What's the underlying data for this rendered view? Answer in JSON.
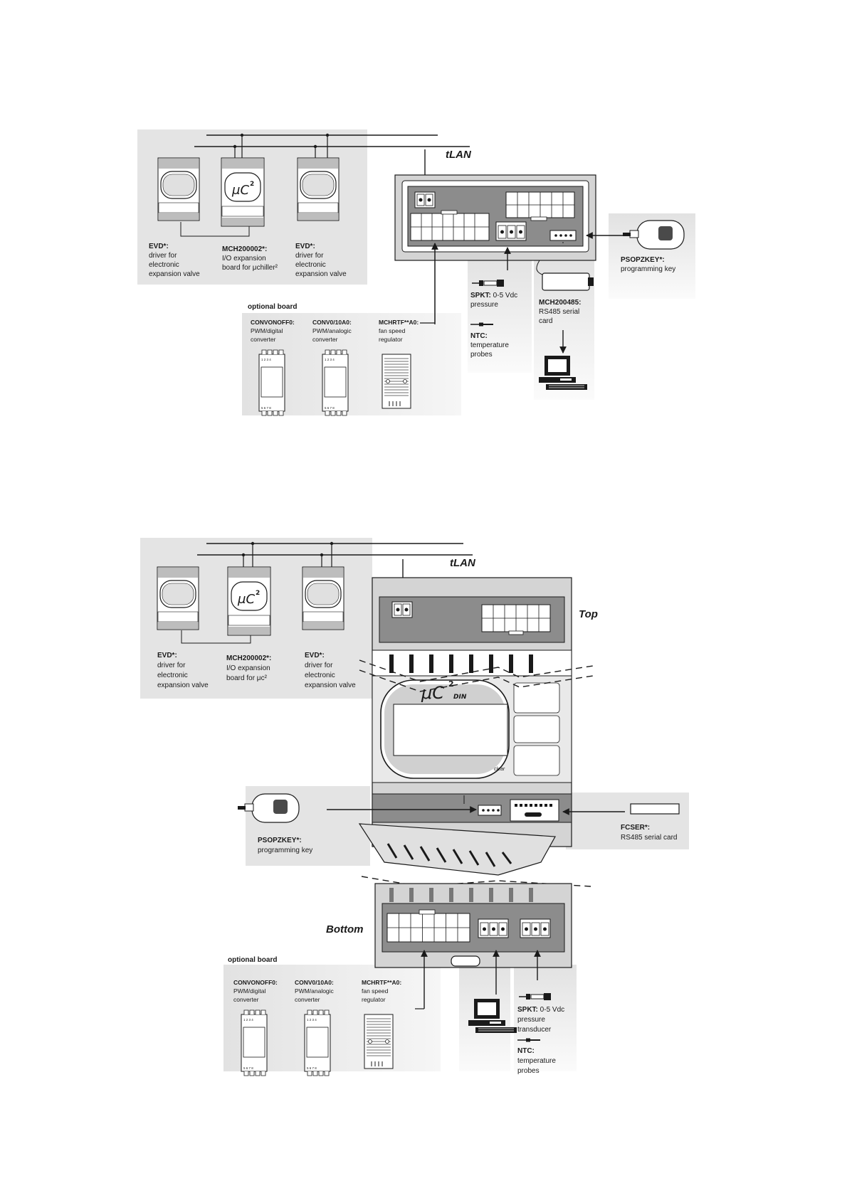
{
  "colors": {
    "panel": "#e6e6e6",
    "device": "#d4d4d4",
    "dark": "#8c8c8c",
    "line": "#1a1a1a",
    "white": "#ffffff"
  },
  "diagram1": {
    "network_label": "tLAN",
    "device_logo": "μC",
    "device_logo_sup": "2",
    "evd_left": {
      "title": "EVD*:",
      "lines": [
        "driver for",
        "electronic",
        "expansion valve"
      ]
    },
    "mch200002": {
      "title": "MCH200002*:",
      "lines": [
        "I/O expansion",
        "board for μchiller²"
      ]
    },
    "evd_right": {
      "title": "EVD*:",
      "lines": [
        "driver for",
        "electronic",
        "expansion valve"
      ]
    },
    "psopzkey": {
      "title": "PSOPZKEY*:",
      "lines": [
        "programming key"
      ]
    },
    "spkt": {
      "title": "SPKT:",
      "title_rest": " 0-5 Vdc",
      "lines": [
        "pressure"
      ]
    },
    "mch200485": {
      "title": "MCH200485:",
      "lines": [
        "RS485 serial",
        "card"
      ]
    },
    "ntc": {
      "title": "NTC:",
      "lines": [
        "temperature",
        "probes"
      ]
    },
    "optional_board": "optional board",
    "convonoff0": {
      "title": "CONVONOFF0:",
      "lines": [
        "PWM/digital",
        "converter"
      ]
    },
    "conv0_10a0": {
      "title": "CONV0/10A0:",
      "lines": [
        "PWM/analogic",
        "converter"
      ]
    },
    "mchrtf": {
      "title": "MCHRTF**A0:",
      "lines": [
        "fan speed",
        "regulator"
      ]
    },
    "pin_top": "1 2 3 4",
    "pin_bottom": "5 6 7 8"
  },
  "diagram2": {
    "network_label": "tLAN",
    "device_logo": "μC",
    "device_logo_sup": "2",
    "din_logo": "μC",
    "din_logo_sup": "2",
    "din_logo_sub": "DIN",
    "clear_label": "clear",
    "top_label": "Top",
    "bottom_label": "Bottom",
    "evd_left": {
      "title": "EVD*:",
      "lines": [
        "driver for",
        "electronic",
        "expansion valve"
      ]
    },
    "mch200002": {
      "title": "MCH200002*:",
      "lines": [
        "I/O expansion",
        "board for μc²"
      ]
    },
    "evd_right": {
      "title": "EVD*:",
      "lines": [
        "driver for",
        "electronic",
        "expansion valve"
      ]
    },
    "psopzkey": {
      "title": "PSOPZKEY*:",
      "lines": [
        "programming key"
      ]
    },
    "fcser": {
      "title": "FCSER*:",
      "lines": [
        "RS485 serial card"
      ]
    },
    "optional_board": "optional board",
    "convonoff0": {
      "title": "CONVONOFF0:",
      "lines": [
        "PWM/digital",
        "converter"
      ]
    },
    "conv0_10a0": {
      "title": "CONV0/10A0:",
      "lines": [
        "PWM/analogic",
        "converter"
      ]
    },
    "mchrtf": {
      "title": "MCHRTF**A0:",
      "lines": [
        "fan speed",
        "regulator"
      ]
    },
    "spkt": {
      "title": "SPKT:",
      "title_rest": " 0-5 Vdc",
      "lines": [
        "pressure",
        "transducer"
      ]
    },
    "ntc": {
      "title": "NTC:",
      "lines": [
        "temperature",
        "probes"
      ]
    },
    "pin_top": "1 2 3 4",
    "pin_bottom": "5 6 7 8"
  }
}
